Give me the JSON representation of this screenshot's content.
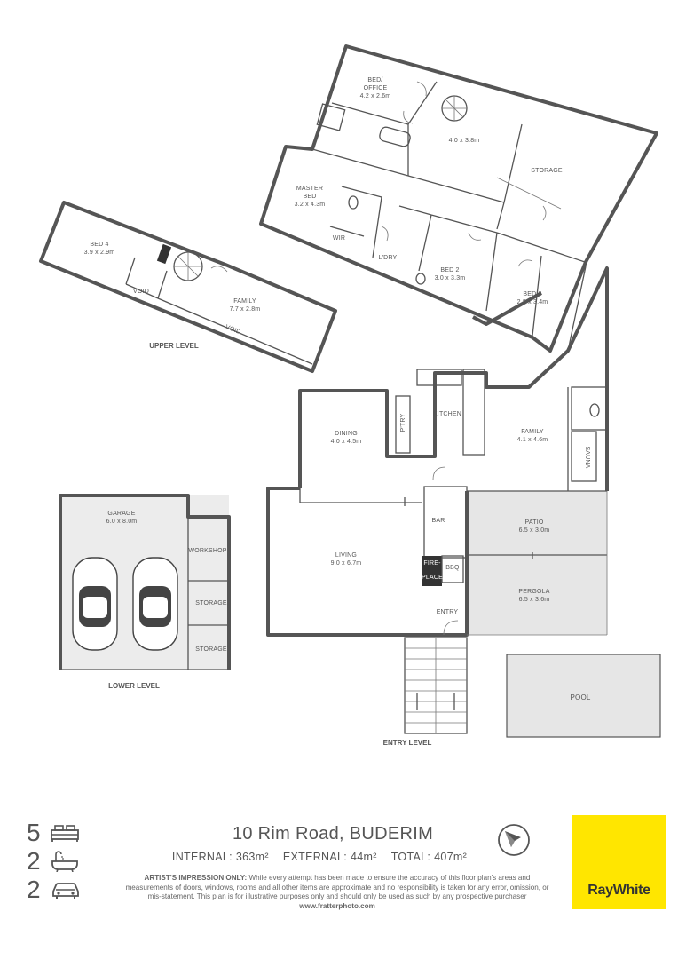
{
  "rooms": {
    "bed_office": [
      "BED/",
      "OFFICE",
      "4.2 x 2.6m"
    ],
    "upper_room": "4.0 x 3.8m",
    "storage_upper": "STORAGE",
    "master_bed": [
      "MASTER",
      "BED",
      "3.2 x 4.3m"
    ],
    "wir": "WIR",
    "laundry": "L'DRY",
    "bed2": [
      "BED 2",
      "3.0 x 3.3m"
    ],
    "bed3": [
      "BED 3",
      "2.8 x 3.4m"
    ],
    "bed4": [
      "BED 4",
      "3.9 x 2.9m"
    ],
    "void_small": "VOID",
    "family_upper": [
      "FAMILY",
      "7.7 x 2.8m"
    ],
    "void_long": "VOID",
    "dining": [
      "DINING",
      "4.0 x 4.5m"
    ],
    "pantry": "P'TRY",
    "kitchen": "KITCHEN",
    "family_entry": [
      "FAMILY",
      "4.1 x 4.6m"
    ],
    "sauna": "SAUNA",
    "living": [
      "LIVING",
      "9.0 x 6.7m"
    ],
    "bar": "BAR",
    "fireplace": [
      "FIRE-",
      "PLACE"
    ],
    "bbq": "BBQ",
    "entry": "ENTRY",
    "patio": [
      "PATIO",
      "6.5 x 3.0m"
    ],
    "pergola": [
      "PERGOLA",
      "6.5 x 3.6m"
    ],
    "pool": "POOL",
    "garage": [
      "GARAGE",
      "6.0 x 8.0m"
    ],
    "workshop": "WORKSHOP",
    "storage_a": "STORAGE",
    "storage_b": "STORAGE"
  },
  "levels": {
    "upper": "UPPER LEVEL",
    "lower": "LOWER LEVEL",
    "entry": "ENTRY LEVEL"
  },
  "features": {
    "beds": "5",
    "baths": "2",
    "cars": "2",
    "bed_icon": "bed-icon",
    "bath_icon": "bathtub-icon",
    "car_icon": "car-icon"
  },
  "address": "10 Rim Road, BUDERIM",
  "areas": {
    "internal_label": "INTERNAL:",
    "internal_value": "363m²",
    "external_label": "EXTERNAL:",
    "external_value": "44m²",
    "total_label": "TOTAL:",
    "total_value": "407m²"
  },
  "disclaimer": {
    "lead": "ARTIST'S IMPRESSION ONLY:",
    "body": "While every attempt has been made to ensure the accuracy of this floor plan's areas and measurements of doors, windows, rooms and all other items are approximate and no responsibility is taken for any error, omission, or mis-statement. This plan is for illustrative purposes only and should only be used as such by any prospective purchaser",
    "website": "www.fratterphoto.com"
  },
  "brand": {
    "name": "RayWhite",
    "color": "#ffe600"
  },
  "colors": {
    "wall": "#555555",
    "outdoor_fill": "#e6e6e6",
    "garage_fill": "#ececec"
  }
}
